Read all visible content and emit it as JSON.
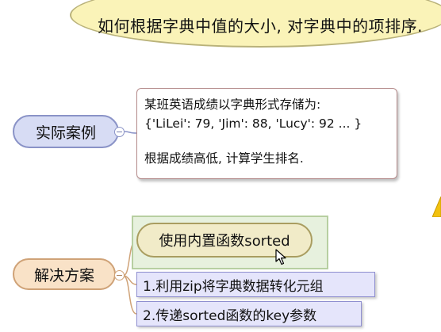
{
  "title": "如何根据字典中值的大小, 对字典中的项排序.",
  "topics": {
    "actual_case": "实际案例",
    "solution": "解决方案"
  },
  "collapse_symbol": "−",
  "description": {
    "line1": "某班英语成绩以字典形式存储为:",
    "line2": "{'LiLei': 79, 'Jim': 88, 'Lucy': 92 ... }",
    "line3": "根据成绩高低, 计算学生排名."
  },
  "method": "使用内置函数sorted",
  "steps": [
    "1.利用zip将字典数据转化元组",
    "2.传递sorted函数的key参数"
  ],
  "colors": {
    "title_fill": "#faf3b8",
    "topic_blue": "#d7dcf4",
    "topic_orange": "#f9e2c7",
    "method_fill": "#f1ebc8",
    "step_fill": "#e5e5fb",
    "panel_green": "#e7f1de"
  }
}
